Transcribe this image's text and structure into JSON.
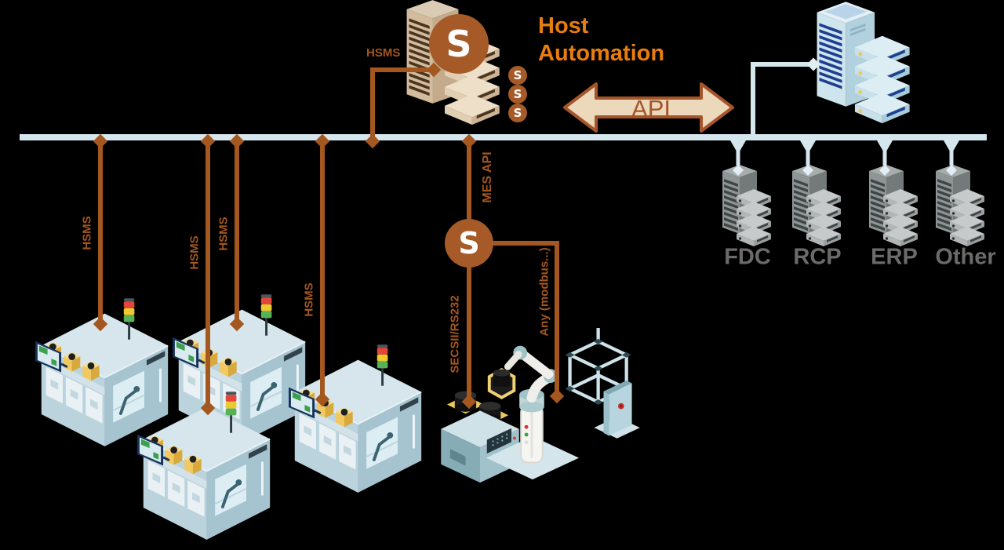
{
  "diagram": {
    "host": {
      "title": "Host Automation",
      "link_label": "HSMS",
      "logo_letter": "S"
    },
    "api_link": {
      "label": "API"
    },
    "equipment_links": [
      {
        "label": "HSMS"
      },
      {
        "label": "HSMS"
      },
      {
        "label": "HSMS"
      },
      {
        "label": "HSMS"
      }
    ],
    "mes_link": {
      "label": "MES API",
      "logo_letter": "S"
    },
    "secs_link": {
      "label": "SECSII/RS232"
    },
    "any_link": {
      "label": "Any (modbus...)"
    },
    "server_groups": [
      {
        "label": "FDC"
      },
      {
        "label": "RCP"
      },
      {
        "label": "ERP"
      },
      {
        "label": "Other"
      }
    ],
    "colors": {
      "background": "#000000",
      "bus_blue": "#d5e6ec",
      "link_brown": "#a4571e",
      "host_orange": "#e87d0f",
      "api_fill": "#ecd8ba",
      "api_stroke": "#a5552b",
      "logo_circle": "#a55a28",
      "server_label_gray": "#6b6b6b"
    }
  }
}
